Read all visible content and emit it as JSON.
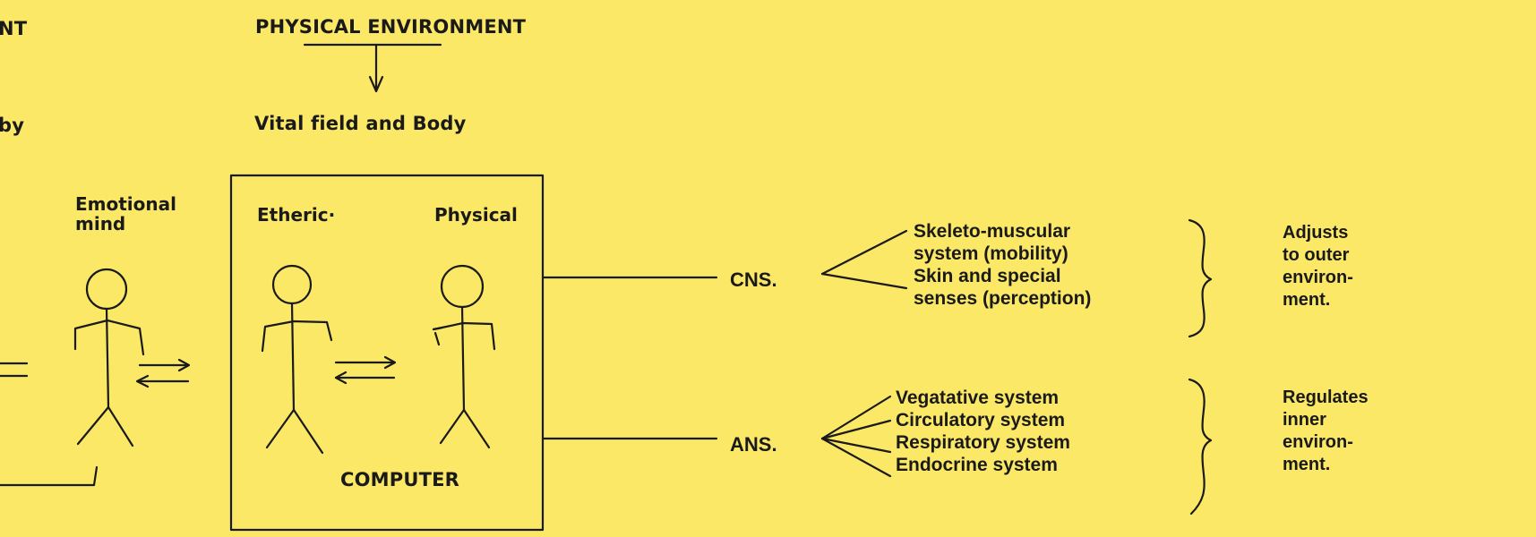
{
  "header": {
    "left_fragment": "NT",
    "title": "PHYSICAL ENVIRONMENT",
    "by_fragment": "by",
    "subtitle": "Vital field and Body"
  },
  "figures": {
    "emotional_line1": "Emotional",
    "emotional_line2": "mind",
    "etheric": "Etheric·",
    "physical": "Physical",
    "computer_label": "COMPUTER"
  },
  "cns": {
    "label": "CNS.",
    "systems": [
      "Skeleto-muscular",
      "system (mobility)",
      "Skin and special",
      "senses (perception)"
    ],
    "effect": [
      "Adjusts",
      "to outer",
      "environ-",
      "ment."
    ]
  },
  "ans": {
    "label": "ANS.",
    "systems": [
      "Vegatative system",
      "Circulatory system",
      "Respiratory system",
      "Endocrine system"
    ],
    "effect": [
      "Regulates",
      "inner",
      "environ-",
      "ment."
    ]
  }
}
